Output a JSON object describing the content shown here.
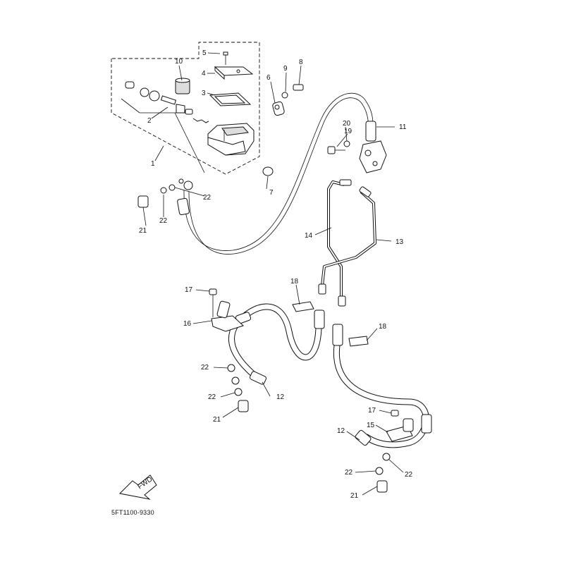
{
  "diagram": {
    "part_code": "5FT1100-9330",
    "fwd_label": "FWD",
    "callouts": {
      "c1": "1",
      "c2": "2",
      "c3": "3",
      "c4": "4",
      "c5": "5",
      "c6": "6",
      "c7": "7",
      "c8": "8",
      "c9": "9",
      "c10": "10",
      "c11": "11",
      "c12a": "12",
      "c12b": "12",
      "c13": "13",
      "c14": "14",
      "c15": "15",
      "c16": "16",
      "c17a": "17",
      "c17b": "17",
      "c18a": "18",
      "c18b": "18",
      "c19": "19",
      "c20": "20",
      "c21a": "21",
      "c21b": "21",
      "c21c": "21",
      "c22a": "22",
      "c22b": "22",
      "c22c": "22",
      "c22d": "22",
      "c22e": "22",
      "c22f": "22"
    }
  }
}
